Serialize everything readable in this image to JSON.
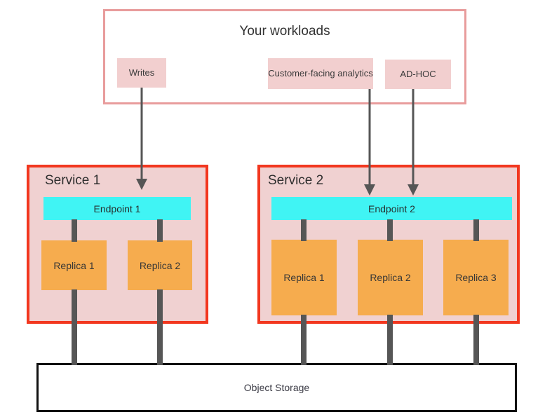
{
  "workloads": {
    "title": "Your workloads",
    "items": [
      {
        "label": "Writes"
      },
      {
        "label": "Customer-facing analytics"
      },
      {
        "label": "AD-HOC"
      }
    ]
  },
  "services": [
    {
      "title": "Service 1",
      "endpoint_label": "Endpoint 1",
      "replicas": [
        "Replica 1",
        "Replica 2"
      ]
    },
    {
      "title": "Service 2",
      "endpoint_label": "Endpoint 2",
      "replicas": [
        "Replica 1",
        "Replica 2",
        "Replica 3"
      ]
    }
  ],
  "storage": {
    "label": "Object Storage"
  },
  "colors": {
    "workloads_border": "#e89c9c",
    "workload_item_bg": "#f2cfcf",
    "service_border": "#f2371f",
    "service_bg": "#f0d1d1",
    "endpoint_bg": "#40f4f4",
    "replica_bg": "#f6ac4e",
    "connector_gray": "#565656",
    "storage_border": "#111111",
    "text": "#333333"
  }
}
